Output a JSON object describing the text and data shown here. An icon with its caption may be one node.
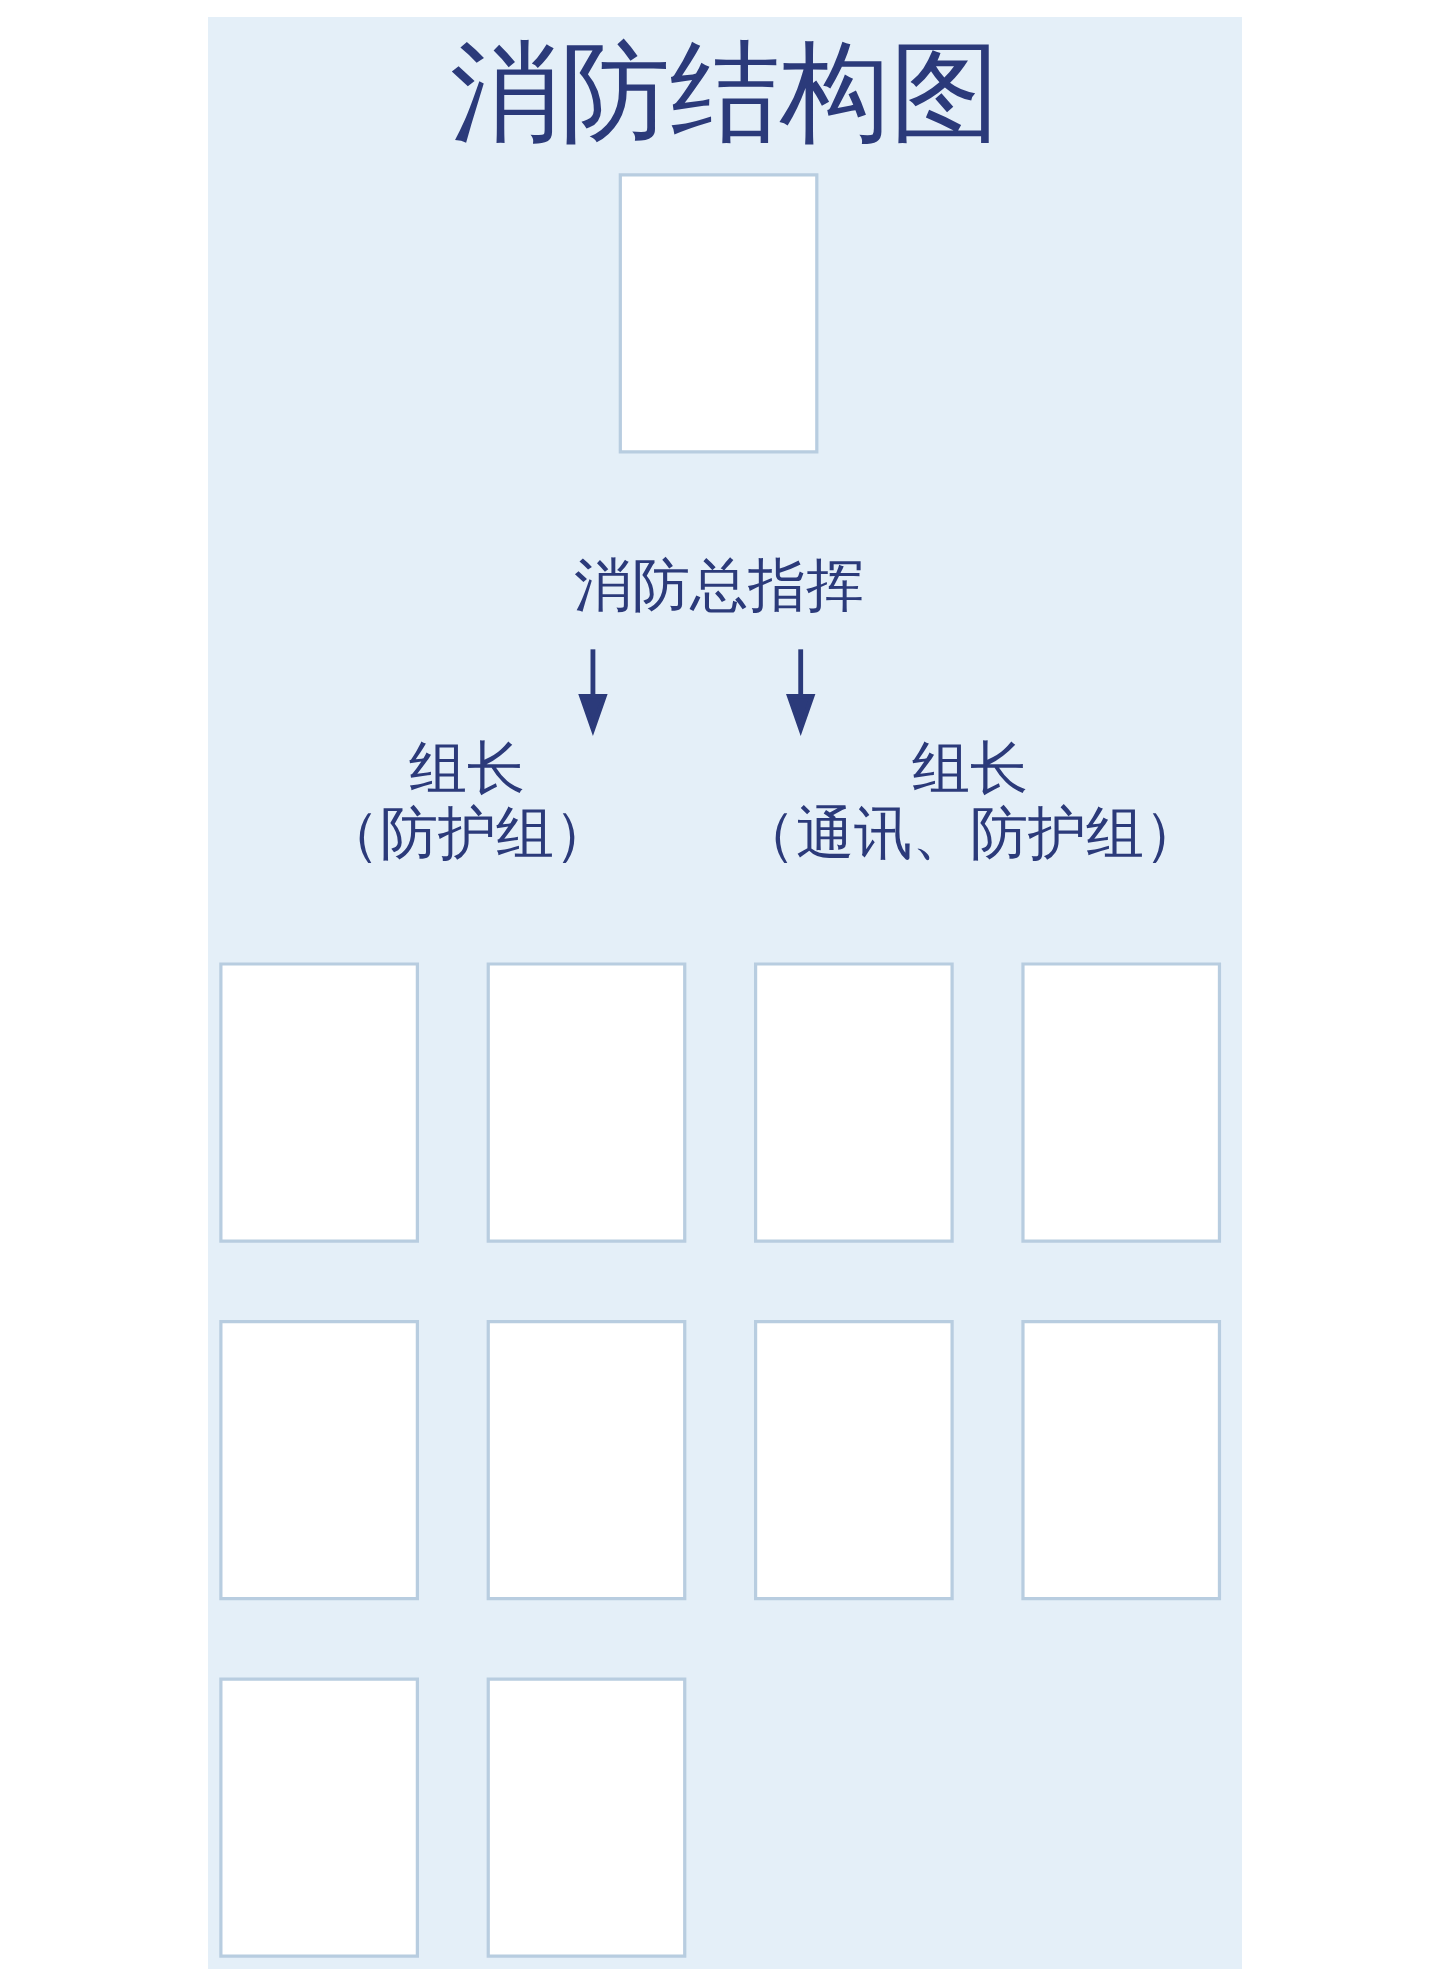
{
  "diagram": {
    "title": "消防结构图",
    "nodes": [
      {
        "text": [],
        "shape": "box"
      },
      {
        "text": [
          "消防总指挥"
        ]
      },
      {
        "text": [
          "组长",
          "（防护组）"
        ]
      },
      {
        "text": [
          "组长",
          "（通讯、防护组）"
        ]
      },
      {
        "text": [],
        "shape": "box"
      },
      {
        "text": [],
        "shape": "box"
      },
      {
        "text": [],
        "shape": "box"
      },
      {
        "text": [],
        "shape": "box"
      },
      {
        "text": [],
        "shape": "box"
      },
      {
        "text": [],
        "shape": "box"
      },
      {
        "text": [],
        "shape": "box"
      },
      {
        "text": [],
        "shape": "box"
      },
      {
        "text": [],
        "shape": "box"
      },
      {
        "text": [],
        "shape": "box"
      }
    ],
    "edges": [
      {
        "from": 1,
        "to": 2,
        "arrow": "to"
      },
      {
        "from": 1,
        "to": 3,
        "arrow": "to"
      }
    ]
  }
}
